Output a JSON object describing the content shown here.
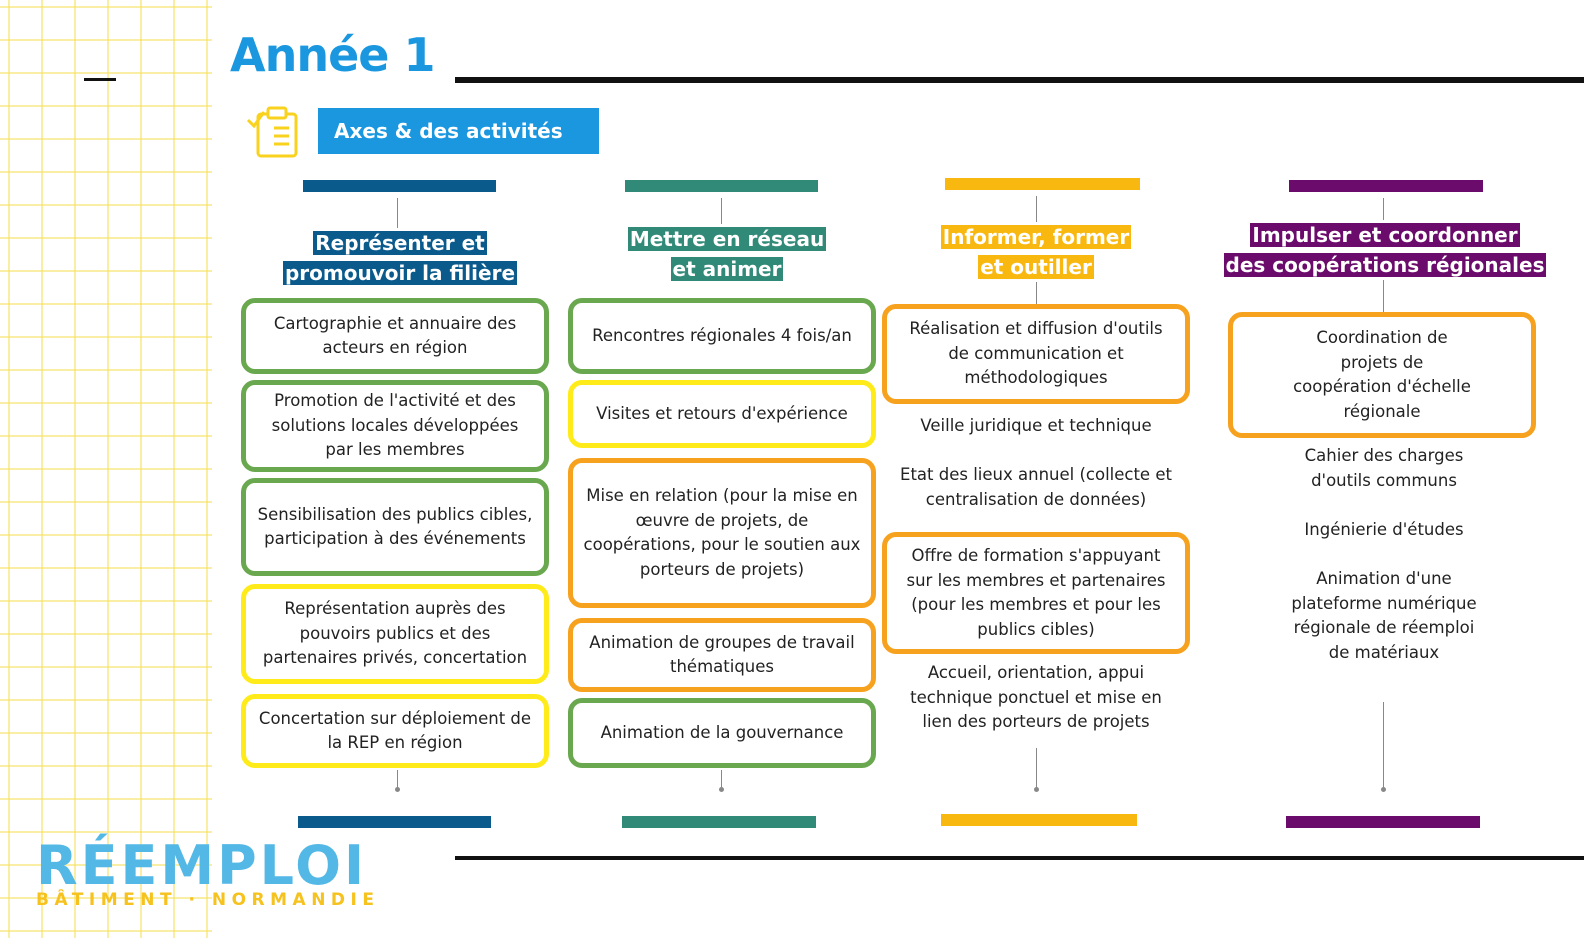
{
  "title": "Année 1",
  "section_label": "Axes & des activités",
  "colors": {
    "blue": "#0a5a8c",
    "teal": "#318a78",
    "yellow": "#f9b80f",
    "purple": "#6b0b6b",
    "title_blue": "#1a97df"
  },
  "columns": [
    {
      "heading_line1": "Représenter et",
      "heading_line2": "promouvoir la filière",
      "items": [
        {
          "text": "Cartographie et annuaire des acteurs en région",
          "border": "green"
        },
        {
          "text": "Promotion de l'activité et des solutions locales développées par les membres",
          "border": "green"
        },
        {
          "text": "Sensibilisation des publics cibles, participation à des événements",
          "border": "green"
        },
        {
          "text": "Représentation auprès des pouvoirs publics et des partenaires privés, concertation",
          "border": "yellow"
        },
        {
          "text": "Concertation sur déploiement de la REP en région",
          "border": "yellow"
        }
      ]
    },
    {
      "heading_line1": "Mettre en réseau",
      "heading_line2": "et animer",
      "items": [
        {
          "text": "Rencontres régionales 4 fois/an",
          "border": "green"
        },
        {
          "text": "Visites et retours d'expérience",
          "border": "yellow"
        },
        {
          "text": "Mise en relation (pour la mise en œuvre de projets, de coopérations, pour le soutien aux porteurs de projets)",
          "border": "orange"
        },
        {
          "text": "Animation de groupes de travail thématiques",
          "border": "orange"
        },
        {
          "text": "Animation de la gouvernance",
          "border": "green"
        }
      ]
    },
    {
      "heading_line1": "Informer, former",
      "heading_line2": "et outiller",
      "items": [
        {
          "text": "Réalisation et diffusion d'outils de communication et méthodologiques",
          "border": "orange"
        },
        {
          "text": "Veille juridique et technique",
          "border": "none"
        },
        {
          "text": "Etat des lieux annuel (collecte et centralisation de données)",
          "border": "none"
        },
        {
          "text": "Offre de formation s'appuyant sur les membres et partenaires (pour les membres et pour les publics cibles)",
          "border": "orange"
        },
        {
          "text": "Accueil, orientation, appui technique ponctuel et mise en lien des porteurs de projets",
          "border": "none"
        }
      ]
    },
    {
      "heading_line1": "Impulser et coordonner",
      "heading_line2": "des coopérations régionales",
      "items": [
        {
          "text": "Coordination de projets de coopération d'échelle régionale",
          "border": "orange"
        },
        {
          "text": "Cahier des charges d'outils communs",
          "border": "none"
        },
        {
          "text": "Ingénierie d'études",
          "border": "none"
        },
        {
          "text": "Animation d'une plateforme numérique régionale de réemploi de matériaux",
          "border": "none"
        }
      ]
    }
  ],
  "logo": {
    "main": "RÉEMPLOI",
    "sub": "BÂTIMENT · NORMANDIE"
  },
  "icons": {
    "clipboard": "clipboard-icon"
  }
}
